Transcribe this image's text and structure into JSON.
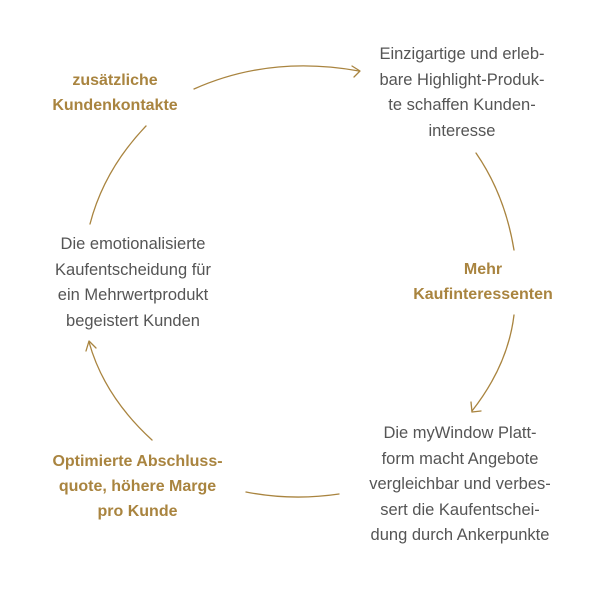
{
  "colors": {
    "accent": "#a9843f",
    "text": "#555555",
    "background": "#ffffff"
  },
  "nodes": {
    "top_left": {
      "type": "heading",
      "lines": [
        "zusätzliche",
        "Kundenkontakte"
      ]
    },
    "top_right": {
      "type": "description",
      "lines": [
        "Einzigartige und erleb-",
        "bare Highlight-Produk-",
        "te schaffen Kunden-",
        "interesse"
      ]
    },
    "right": {
      "type": "heading",
      "lines": [
        "Mehr",
        "Kaufinteressenten"
      ]
    },
    "bottom_right": {
      "type": "description",
      "lines": [
        "Die myWindow Platt-",
        "form macht Angebote",
        "vergleichbar und verbes-",
        "sert die Kaufentschei-",
        "dung durch Ankerpunkte"
      ]
    },
    "bottom_left": {
      "type": "heading",
      "lines": [
        "Optimierte Abschluss-",
        "quote, höhere Marge",
        "pro Kunde"
      ]
    },
    "left": {
      "type": "description",
      "lines": [
        "Die emotionalisierte",
        "Kaufentscheidung für",
        "ein Mehrwertprodukt",
        "begeistert Kunden"
      ]
    }
  },
  "connectors": [
    {
      "from": "top_left",
      "to": "top_right",
      "arrowhead": true
    },
    {
      "from": "top_right",
      "to": "right",
      "arrowhead": false
    },
    {
      "from": "right",
      "to": "bottom_right",
      "arrowhead": true
    },
    {
      "from": "bottom_right",
      "to": "bottom_left",
      "arrowhead": false
    },
    {
      "from": "bottom_left",
      "to": "left",
      "arrowhead": true
    },
    {
      "from": "left",
      "to": "top_left",
      "arrowhead": false
    }
  ]
}
